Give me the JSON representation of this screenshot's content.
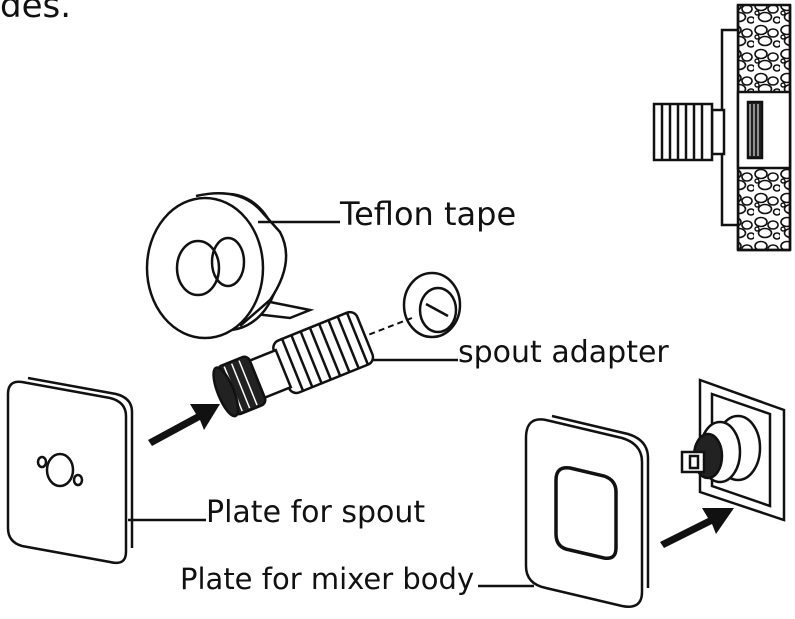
{
  "labels": {
    "top_fragment": "des.",
    "teflon_tape": "Teflon tape",
    "spout_adapter": "spout adapter",
    "plate_for_spout": "Plate for spout",
    "plate_for_mixer_body": "Plate for mixer body"
  },
  "colors": {
    "stroke": "#111111",
    "fill": "#ffffff"
  }
}
